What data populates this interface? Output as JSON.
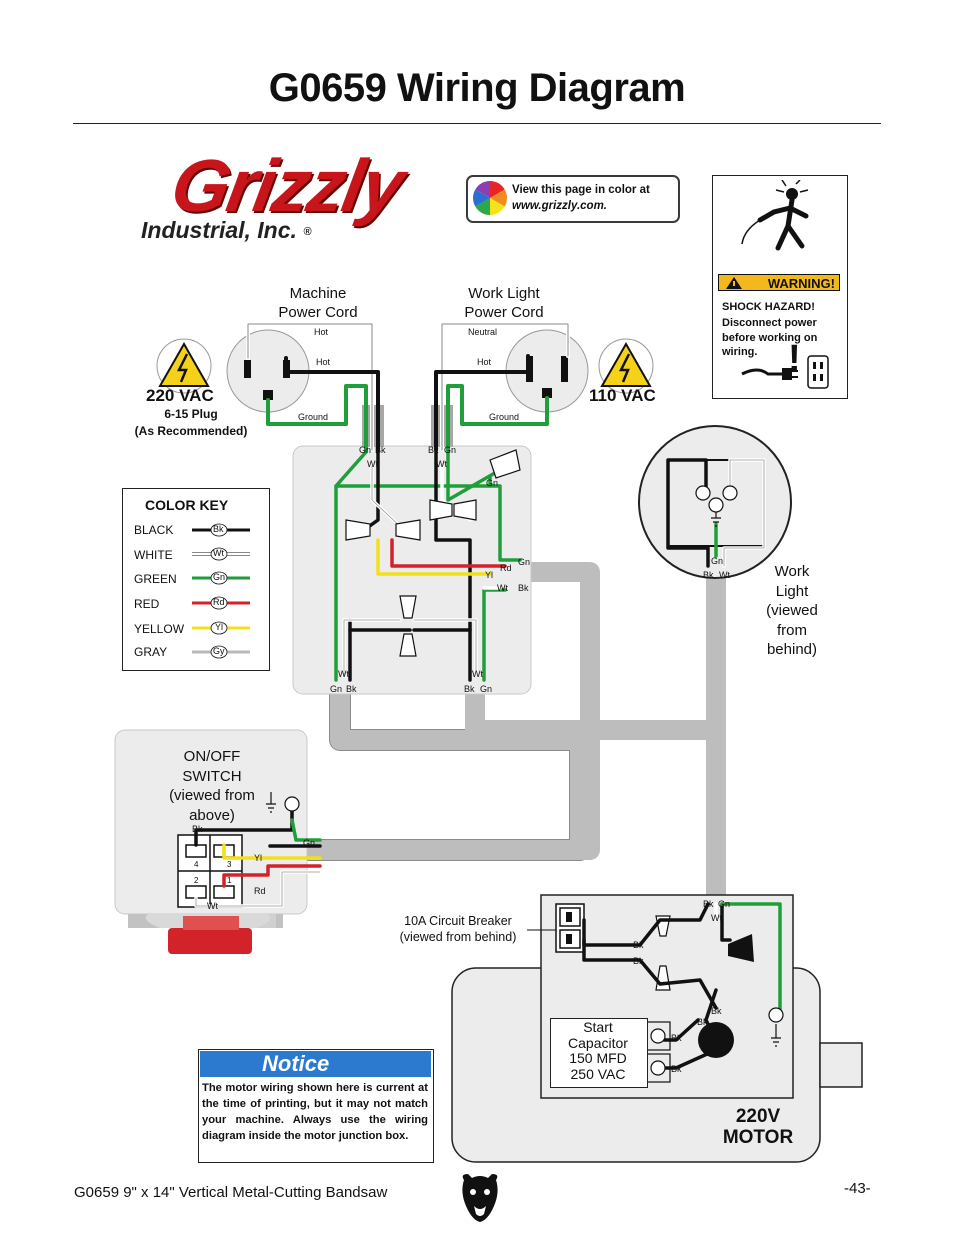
{
  "page": {
    "title": "G0659 Wiring Diagram",
    "footer_left": "G0659 9\" x 14\" Vertical Metal-Cutting Bandsaw",
    "footer_page": "-43-"
  },
  "logo": {
    "word": "Grizzly",
    "sub": "Industrial, Inc.",
    "reg": "®"
  },
  "color_note": {
    "line1": "View this page in color at",
    "line2": "www.grizzly.com."
  },
  "warning": {
    "bar": "WARNING!",
    "head": "SHOCK HAZARD!",
    "body": "Disconnect power before working on wiring.",
    "mark": "!"
  },
  "machine_cord": {
    "title_1": "Machine",
    "title_2": "Power Cord",
    "hot1": "Hot",
    "hot2": "Hot",
    "ground": "Ground",
    "voltage": "220 VAC",
    "plug_1": "6-15 Plug",
    "plug_2": "(As Recommended)"
  },
  "light_cord": {
    "title_1": "Work Light",
    "title_2": "Power Cord",
    "neutral": "Neutral",
    "hot": "Hot",
    "ground": "Ground",
    "voltage": "110 VAC"
  },
  "color_key": {
    "title": "COLOR KEY",
    "rows": [
      {
        "name": "BLACK",
        "code": "Bk",
        "color": "#111111"
      },
      {
        "name": "WHITE",
        "code": "Wt",
        "color": "#ffffff"
      },
      {
        "name": "GREEN",
        "code": "Gn",
        "color": "#1f9e3a"
      },
      {
        "name": "RED",
        "code": "Rd",
        "color": "#d2232a"
      },
      {
        "name": "YELLOW",
        "code": "Yl",
        "color": "#f2e01a"
      },
      {
        "name": "GRAY",
        "code": "Gy",
        "color": "#b8b8b8"
      }
    ]
  },
  "work_light_label": [
    "Work",
    "Light",
    "(viewed",
    "from",
    "behind)"
  ],
  "switch_label": [
    "ON/OFF",
    "SWITCH",
    "(viewed from",
    "above)"
  ],
  "switch_terminals": [
    "4",
    "3",
    "2",
    "1"
  ],
  "breaker_label": [
    "10A Circuit Breaker",
    "(viewed from behind)"
  ],
  "capacitor": [
    "Start",
    "Capacitor",
    "150 MFD",
    "250 VAC"
  ],
  "motor": [
    "220V",
    "MOTOR"
  ],
  "notice": {
    "head": "Notice",
    "body": "The motor wiring shown here is current at the time of printing, but it may not match your machine. Always use the wiring diagram inside the motor junction box."
  },
  "wire_codes": {
    "bk": "Bk",
    "wt": "Wt",
    "gn": "Gn",
    "rd": "Rd",
    "yl": "Yl"
  }
}
